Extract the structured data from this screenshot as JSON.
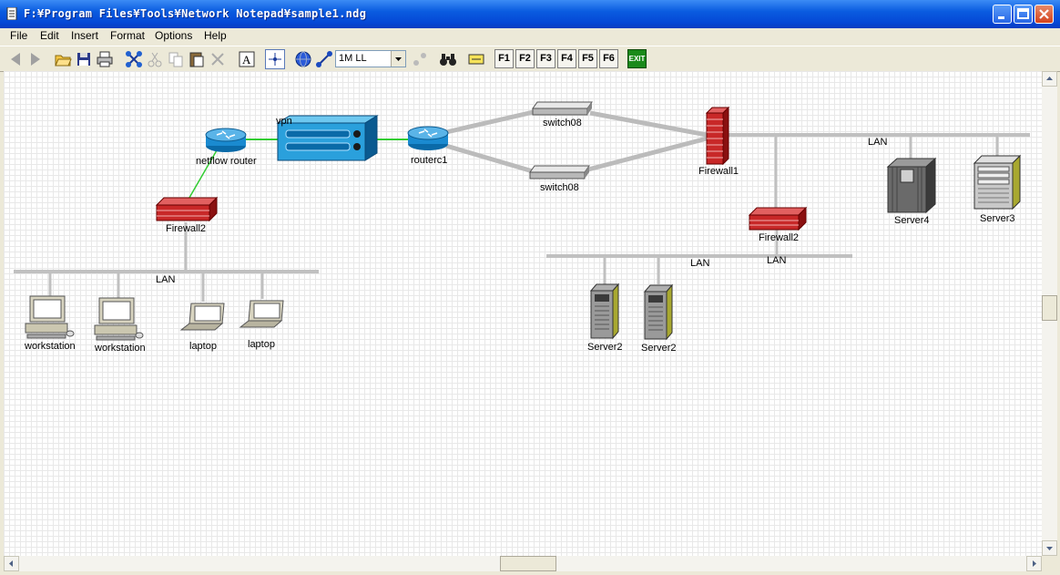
{
  "window": {
    "title": "F:¥Program Files¥Tools¥Network Notepad¥sample1.ndg"
  },
  "menu": [
    "File",
    "Edit",
    "Insert",
    "Format",
    "Options",
    "Help"
  ],
  "toolbar": {
    "link_speed": "1M LL",
    "function_keys": [
      "F1",
      "F2",
      "F3",
      "F4",
      "F5",
      "F6"
    ],
    "exit_label": "EXIT"
  },
  "diagram": {
    "labels": {
      "netflow_router": "netflow router",
      "vpn": "vpn",
      "routerc1": "routerc1",
      "switch_top": "switch08",
      "switch_bottom": "switch08",
      "firewall1": "Firewall1",
      "firewall2_left": "Firewall2",
      "firewall2_right": "Firewall2",
      "lan_left": "LAN",
      "lan_right_top": "LAN",
      "lan_mid_a": "LAN",
      "lan_mid_b": "LAN",
      "workstation_1": "workstation",
      "workstation_2": "workstation",
      "laptop_1": "laptop",
      "laptop_2": "laptop",
      "server4": "Server4",
      "server3": "Server3",
      "server2_a": "Server2",
      "server2_b": "Server2"
    }
  },
  "colors": {
    "canvas_bg": "#ffffff",
    "grid": "#e8e8e8",
    "link_green": "#33cc33",
    "lan_gray": "#c0c0c0"
  }
}
